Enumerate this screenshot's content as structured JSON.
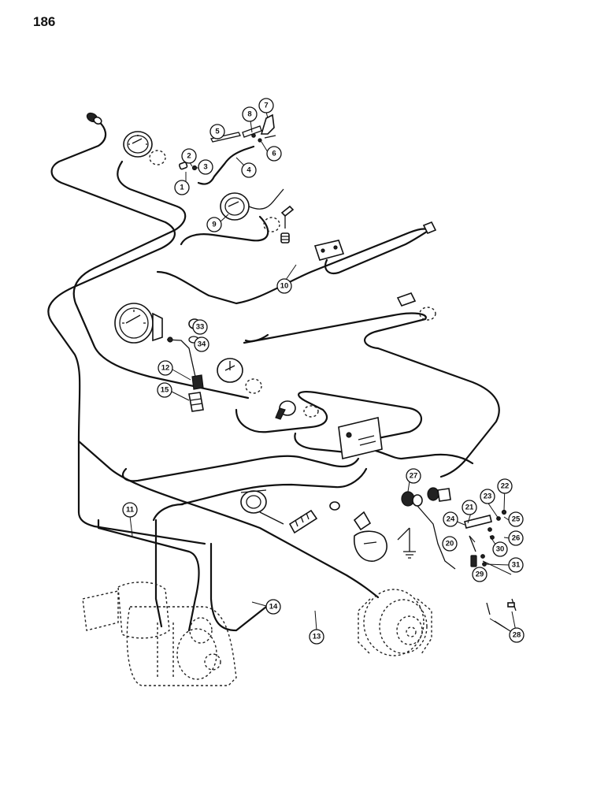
{
  "page": {
    "number": "186"
  },
  "diagram": {
    "callouts": [
      {
        "id": "c1",
        "label": "1"
      },
      {
        "id": "c2",
        "label": "2"
      },
      {
        "id": "c3",
        "label": "3"
      },
      {
        "id": "c4",
        "label": "4"
      },
      {
        "id": "c5",
        "label": "5"
      },
      {
        "id": "c6",
        "label": "6"
      },
      {
        "id": "c7",
        "label": "7"
      },
      {
        "id": "c8",
        "label": "8"
      },
      {
        "id": "c9",
        "label": "9"
      },
      {
        "id": "c10",
        "label": "10"
      },
      {
        "id": "c11",
        "label": "11"
      },
      {
        "id": "c12",
        "label": "12"
      },
      {
        "id": "c13",
        "label": "13"
      },
      {
        "id": "c14",
        "label": "14"
      },
      {
        "id": "c15",
        "label": "15"
      },
      {
        "id": "c20",
        "label": "20"
      },
      {
        "id": "c21",
        "label": "21"
      },
      {
        "id": "c22",
        "label": "22"
      },
      {
        "id": "c23",
        "label": "23"
      },
      {
        "id": "c24",
        "label": "24"
      },
      {
        "id": "c25",
        "label": "25"
      },
      {
        "id": "c26",
        "label": "26"
      },
      {
        "id": "c27",
        "label": "27"
      },
      {
        "id": "c28",
        "label": "28"
      },
      {
        "id": "c29",
        "label": "29"
      },
      {
        "id": "c30",
        "label": "30"
      },
      {
        "id": "c31",
        "label": "31"
      },
      {
        "id": "c33",
        "label": "33"
      },
      {
        "id": "c34",
        "label": "34"
      }
    ]
  }
}
